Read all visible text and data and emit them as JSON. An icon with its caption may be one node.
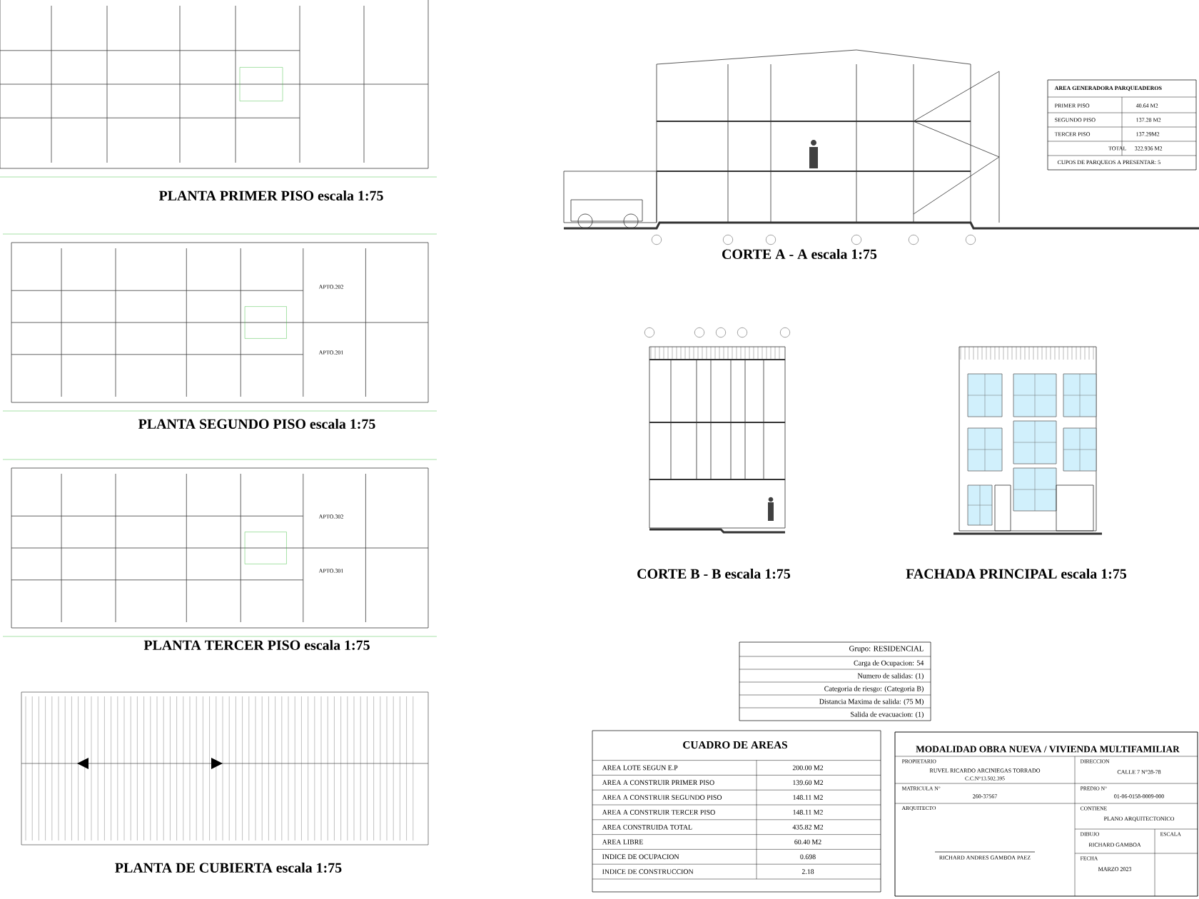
{
  "diagram": {
    "labels": [
      "PLANTA PRIMER PISO escala 1:75",
      "CORTE A - A escala 1:75",
      "AREA GENERADORA PARQUEADEROS",
      "PRIMER PISO",
      "40.64 M2",
      "SEGUNDO PISO",
      "137.28 M2",
      "TERCER PISO",
      "137.29M2",
      "TOTAL",
      "322.936 M2",
      "CUPOS DE PARQUEOS A PRESENTAR: 5",
      "APTO.202",
      "APTO.201",
      "PLANTA SEGUNDO PISO escala 1:75",
      "APTO.302",
      "APTO.301",
      "CORTE B - B escala 1:75",
      "FACHADA PRINCIPAL escala 1:75",
      "PLANTA TERCER PISO escala 1:75",
      "Grupo: RESIDENCIAL",
      "Carga de Ocupacion: 54",
      "Numero de salidas: (1)",
      "Categoria de riesgo: (Categoria B)",
      "Distancia Maxima de salida: (75 M)",
      "Salida de evacuacion: (1)",
      "CUADRO DE AREAS",
      "AREA LOTE SEGUN E.P",
      "200.00 M2",
      "AREA A CONSTRUIR PRIMER PISO",
      "139.60 M2",
      "AREA A CONSTRUIR SEGUNDO PISO",
      "148.11 M2",
      "AREA A CONSTRUIR TERCER PISO",
      "148.11 M2",
      "AREA CONSTRUIDA TOTAL",
      "435.82 M2",
      "AREA LIBRE",
      "60.40 M2",
      "INDICE DE OCUPACION",
      "0.698",
      "INDICE DE CONSTRUCCION",
      "2.18",
      "PLANTA DE CUBIERTA escala 1:75",
      "MODALIDAD OBRA NUEVA / VIVIENDA MULTIFAMILIAR",
      "PROPIETARIO",
      "RUVEL RICARDO ARCINIEGAS TORRADO",
      "C.C.N°13.502.395",
      "DIRECCION",
      "CALLE 7 N°28-78",
      "MATRICULA N°",
      "260-37567",
      "PREDIO N°",
      "01-06-0158-0009-000",
      "ARQUITECTO",
      "RICHARD ANDRES GAMBOA PAEZ",
      "CONTIENE",
      "PLANO ARQUITECTONICO",
      "DIBUJO",
      "RICHARD GAMBOA",
      "ESCALA",
      "FECHA",
      "MARZO 2023"
    ]
  }
}
